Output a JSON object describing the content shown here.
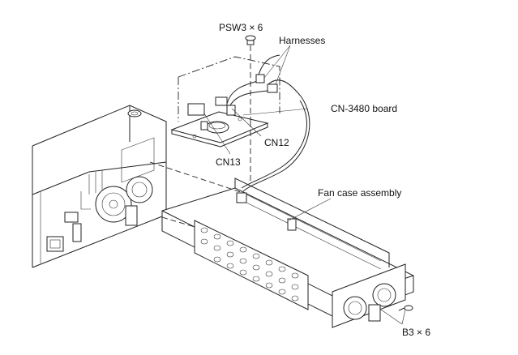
{
  "labels": {
    "psw3": "PSW3 × 6",
    "harnesses": "Harnesses",
    "cn3480": "CN-3480 board",
    "cn12": "CN12",
    "cn13": "CN13",
    "fan_case": "Fan case assembly",
    "b3": "B3 × 6"
  }
}
